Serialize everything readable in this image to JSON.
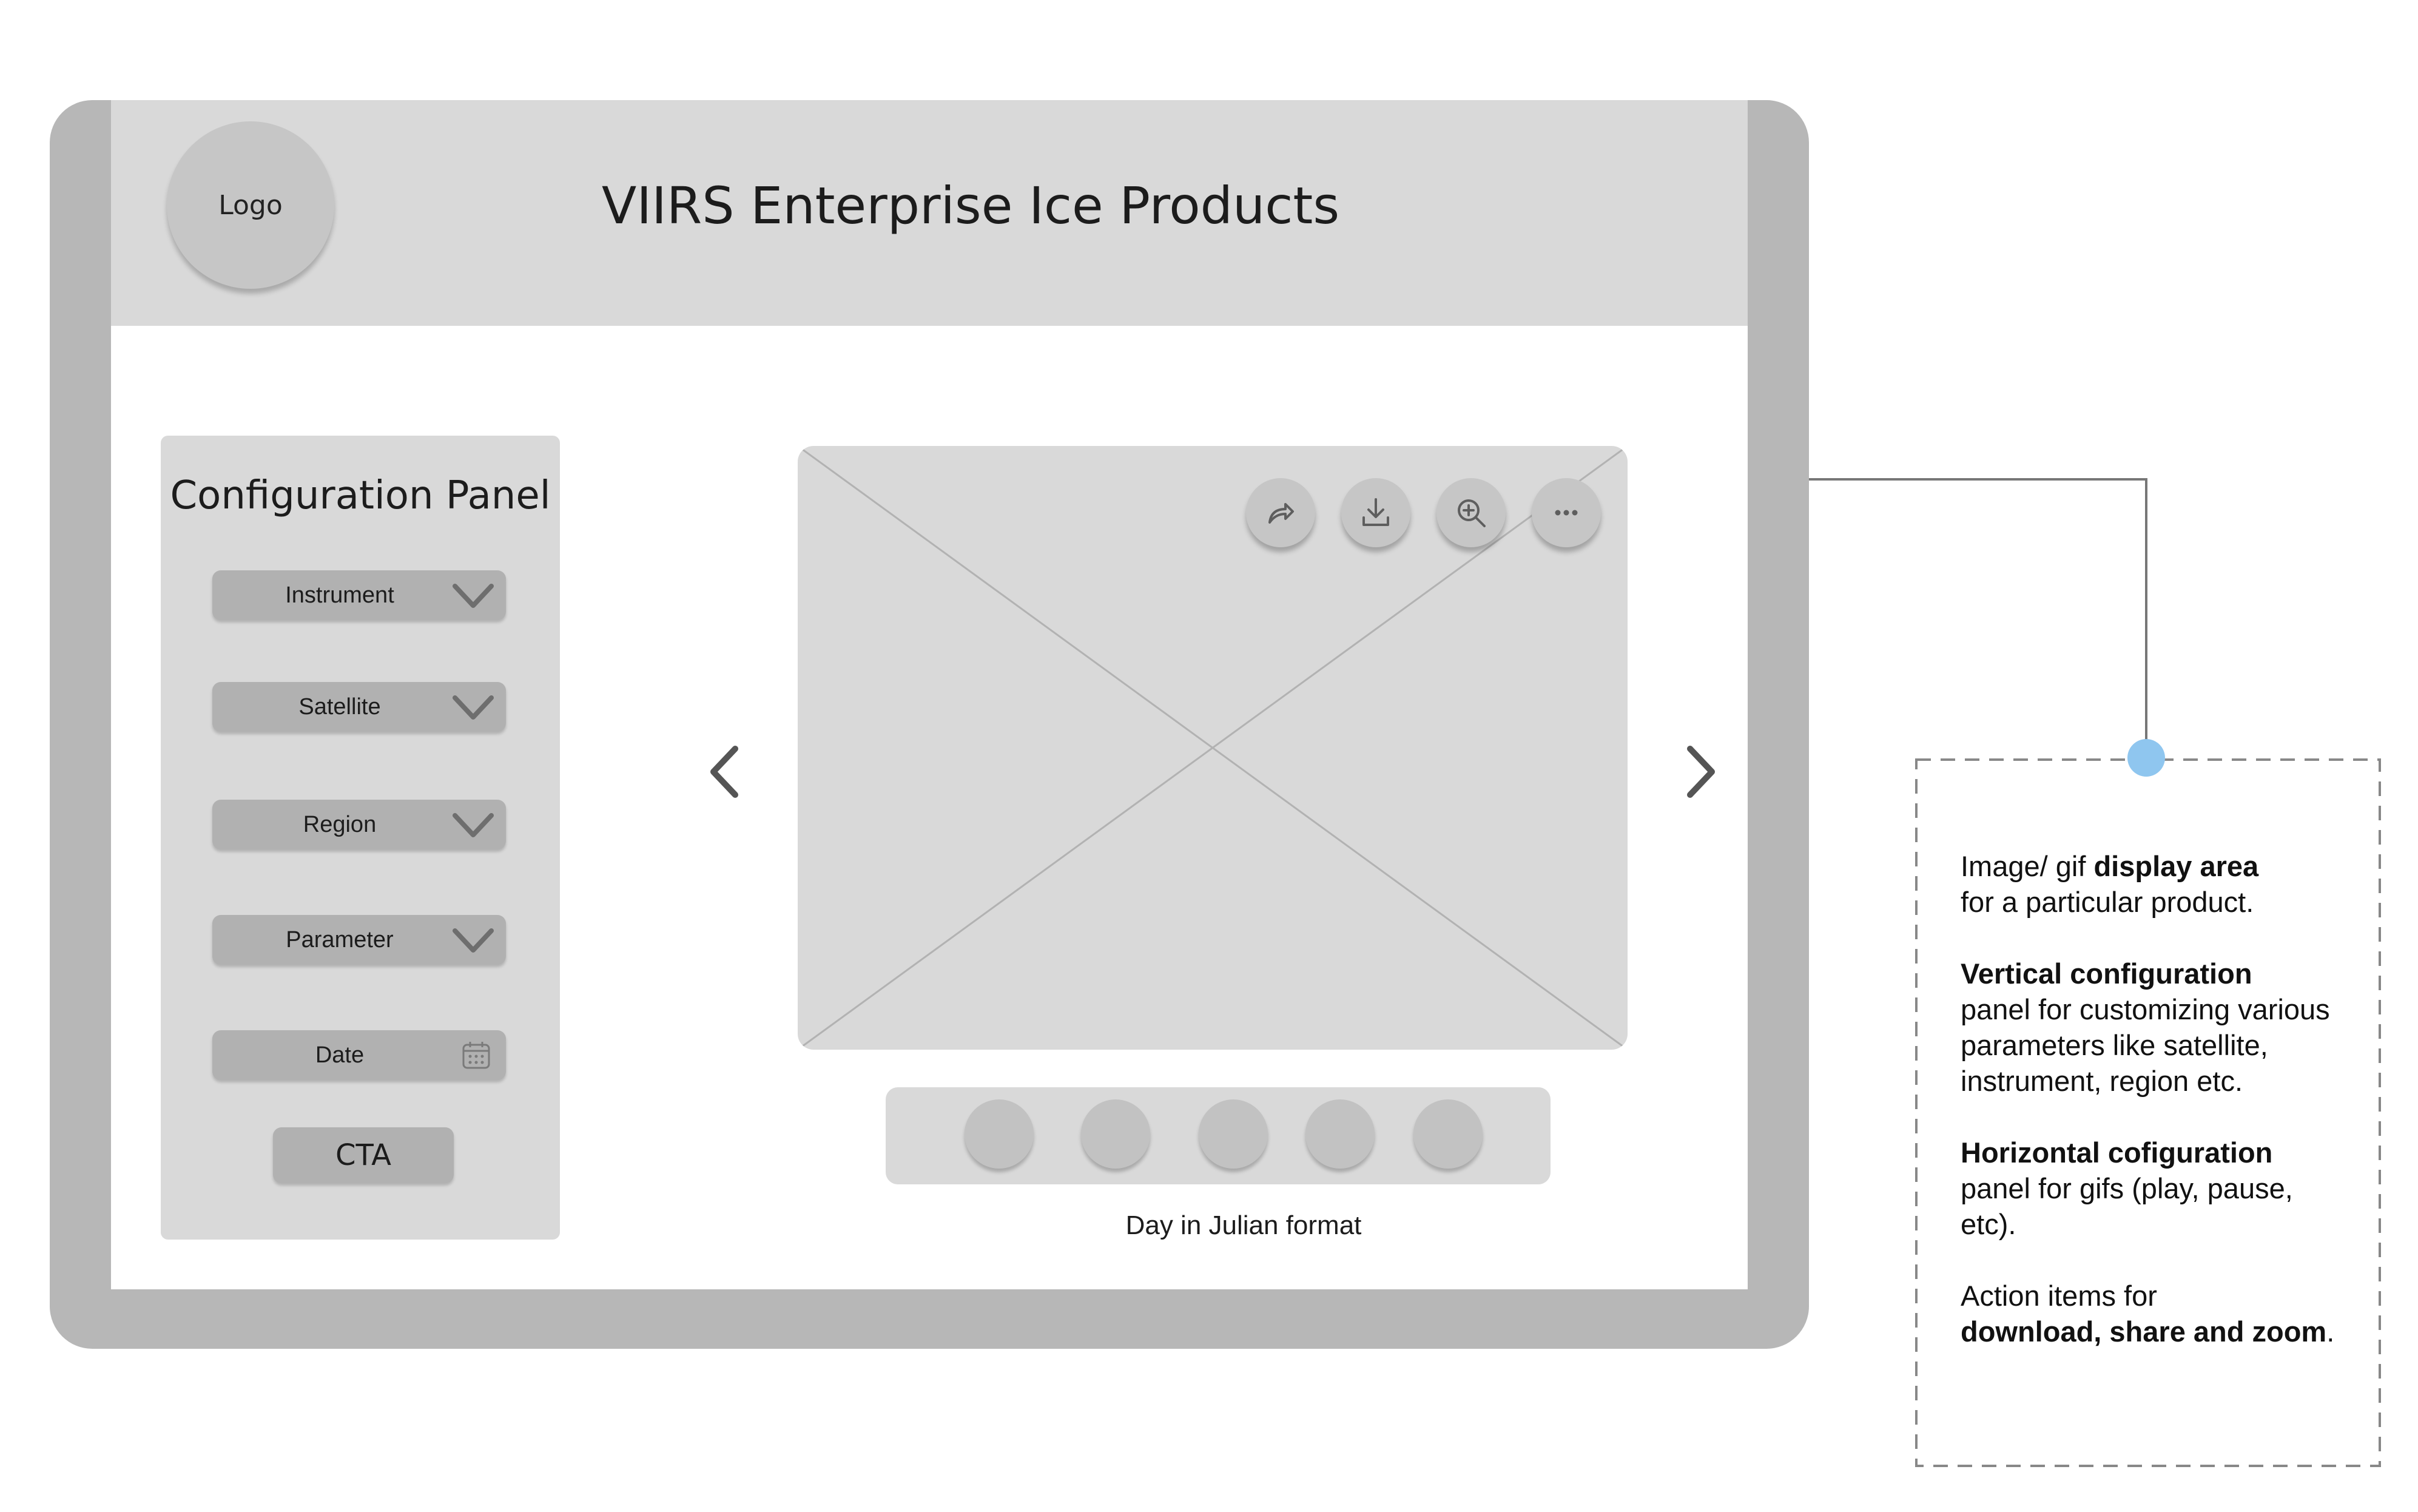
{
  "header": {
    "logo_label": "Logo",
    "title": "VIIRS Enterprise Ice Products"
  },
  "config_panel": {
    "title": "Configuration Panel",
    "dropdowns": [
      {
        "label": "Instrument",
        "icon": "chevron-down-icon"
      },
      {
        "label": "Satellite",
        "icon": "chevron-down-icon"
      },
      {
        "label": "Region",
        "icon": "chevron-down-icon"
      },
      {
        "label": "Parameter",
        "icon": "chevron-down-icon"
      },
      {
        "label": "Date",
        "icon": "calendar-icon"
      }
    ],
    "cta_label": "CTA"
  },
  "display": {
    "actions": [
      "share-icon",
      "download-icon",
      "zoom-in-icon",
      "more-icon"
    ],
    "prev_icon": "chevron-left-icon",
    "next_icon": "chevron-right-icon"
  },
  "gif_panel": {
    "dot_count": 5,
    "caption": "Day in Julian format"
  },
  "annotation": {
    "accent_color": "#8fc6ef",
    "p1_a": "Image/ gif ",
    "p1_b": "display area",
    "p1_c": "for a particular product.",
    "p2_a": "Vertical configuration",
    "p2_b": "panel for customizing various parameters like satellite, instrument, region etc.",
    "p3_a": "Horizontal  cofiguration",
    "p3_b": "panel for gifs (play, pause, etc).",
    "p4_a": "Action items for",
    "p4_b": "download, share and zoom",
    "p4_c": "."
  }
}
